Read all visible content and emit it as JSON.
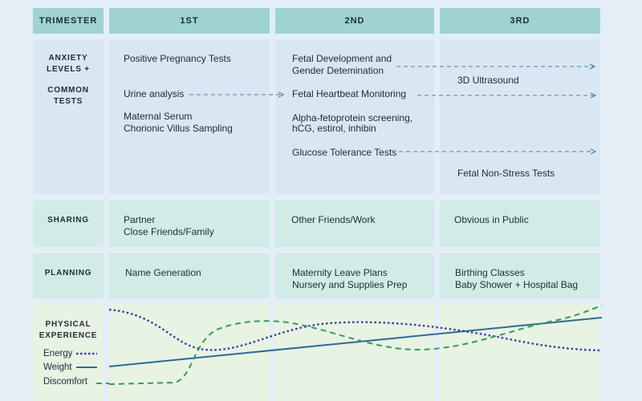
{
  "header": {
    "trimester": "TRIMESTER",
    "first": "1ST",
    "second": "2ND",
    "third": "3RD"
  },
  "rows": {
    "anxiety": {
      "label_line1": "ANXIETY",
      "label_line2": "LEVELS +",
      "label_line3": "COMMON",
      "label_line4": "TESTS",
      "first": [
        "Positive Pregnancy Tests",
        "Urine analysis",
        "Maternal Serum",
        "Chorionic Villus Sampling"
      ],
      "second": [
        "Fetal Development and",
        "Gender Detemination",
        "Fetal Heartbeat Monitoring",
        "Alpha-fetoprotein screening,",
        "hCG, estirol, inhibin",
        "Glucose Tolerance Tests"
      ],
      "third": [
        "3D Ultrasound",
        "Fetal Non-Stress Tests"
      ]
    },
    "sharing": {
      "label": "SHARING",
      "first": [
        "Partner",
        "Close Friends/Family"
      ],
      "second": [
        "Other Friends/Work"
      ],
      "third": [
        "Obvious in Public"
      ]
    },
    "planning": {
      "label": "PLANNING",
      "first": [
        "Name Generation"
      ],
      "second": [
        "Maternity Leave Plans",
        "Nursery and Supplies Prep"
      ],
      "third": [
        "Birthing Classes",
        "Baby Shower + Hospital Bag"
      ]
    },
    "physical": {
      "label_line1": "PHYSICAL",
      "label_line2": "EXPERIENCE",
      "legend": [
        "Energy",
        "Weight",
        "Discomfort"
      ]
    }
  },
  "colors": {
    "header": "#9fd3d1",
    "anxiety_bg": "#d9e7f3",
    "mint_bg": "#d1ece7",
    "physical_bg": "#e8f3e4",
    "arrow": "#4a7fb3",
    "energy": "#3d3f9e",
    "weight": "#2e6b94",
    "discomfort": "#3a9a57"
  }
}
